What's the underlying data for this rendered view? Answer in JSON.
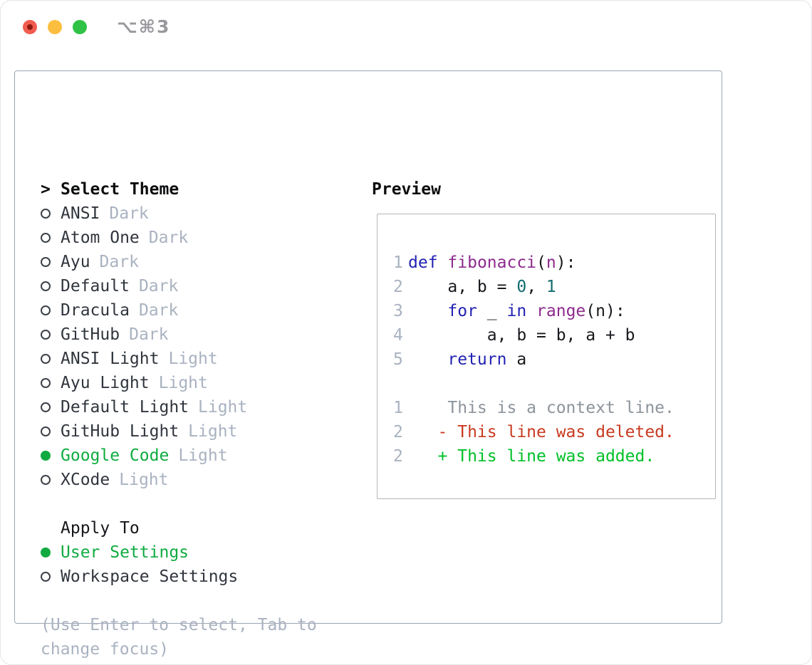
{
  "titlebar": {
    "shortcut": "⌥⌘3"
  },
  "colors": {
    "close_btn": "#f15c50",
    "close_dot": "#8e1a10",
    "minimize_btn": "#fcbe3f",
    "zoom_btn": "#2fc246",
    "selected_green": "#10ab40",
    "outer_border": "#9ca4b4",
    "preview_border": "#b3b6ba",
    "code": {
      "kw": "#2323b2",
      "fn": "#8d2b8d",
      "num": "#0f6b6d",
      "pl": "#17191d",
      "ln": "#a9b2c0",
      "ctx": "#8d949b",
      "del": "#c93a20",
      "add": "#00c027"
    }
  },
  "theme_panel": {
    "header_prefix": ">",
    "header": "Select Theme",
    "themes": [
      {
        "name": "ANSI",
        "variant": "Dark",
        "selected": false
      },
      {
        "name": "Atom One",
        "variant": "Dark",
        "selected": false
      },
      {
        "name": "Ayu",
        "variant": "Dark",
        "selected": false
      },
      {
        "name": "Default",
        "variant": "Dark",
        "selected": false
      },
      {
        "name": "Dracula",
        "variant": "Dark",
        "selected": false
      },
      {
        "name": "GitHub",
        "variant": "Dark",
        "selected": false
      },
      {
        "name": "ANSI Light",
        "variant": "Light",
        "selected": false
      },
      {
        "name": "Ayu Light",
        "variant": "Light",
        "selected": false
      },
      {
        "name": "Default Light",
        "variant": "Light",
        "selected": false
      },
      {
        "name": "GitHub Light",
        "variant": "Light",
        "selected": false
      },
      {
        "name": "Google Code",
        "variant": "Light",
        "selected": true
      },
      {
        "name": "XCode",
        "variant": "Light",
        "selected": false
      }
    ],
    "apply_to": {
      "header": "Apply To",
      "options": [
        {
          "name": "User Settings",
          "selected": true
        },
        {
          "name": "Workspace Settings",
          "selected": false
        }
      ]
    },
    "hint": "(Use Enter to select, Tab to change focus)"
  },
  "preview": {
    "header": "Preview",
    "lines": [
      {
        "num": "1",
        "tokens": [
          [
            "def",
            "kw"
          ],
          [
            " ",
            "pl"
          ],
          [
            "fibonacci",
            "fn"
          ],
          [
            "(",
            "pl"
          ],
          [
            "n",
            "fn"
          ],
          [
            "):",
            "pl"
          ]
        ]
      },
      {
        "num": "2",
        "tokens": [
          [
            "    a, b = ",
            "pl"
          ],
          [
            "0",
            "num"
          ],
          [
            ", ",
            "pl"
          ],
          [
            "1",
            "num"
          ]
        ]
      },
      {
        "num": "3",
        "tokens": [
          [
            "    ",
            "pl"
          ],
          [
            "for",
            "kw"
          ],
          [
            " _ ",
            "pl"
          ],
          [
            "in",
            "kw"
          ],
          [
            " ",
            "pl"
          ],
          [
            "range",
            "fn"
          ],
          [
            "(n):",
            "pl"
          ]
        ]
      },
      {
        "num": "4",
        "tokens": [
          [
            "        a, b = b, a + b",
            "pl"
          ]
        ]
      },
      {
        "num": "5",
        "tokens": [
          [
            "    ",
            "pl"
          ],
          [
            "return",
            "kw"
          ],
          [
            " a",
            "pl"
          ]
        ]
      },
      {
        "blank": true
      },
      {
        "num": "1",
        "tokens": [
          [
            "    This is a context line.",
            "ctx"
          ]
        ]
      },
      {
        "num": "2",
        "tokens": [
          [
            "   - This line was deleted.",
            "del"
          ]
        ]
      },
      {
        "num": "2",
        "tokens": [
          [
            "   + This line was added.",
            "add"
          ]
        ]
      }
    ]
  }
}
